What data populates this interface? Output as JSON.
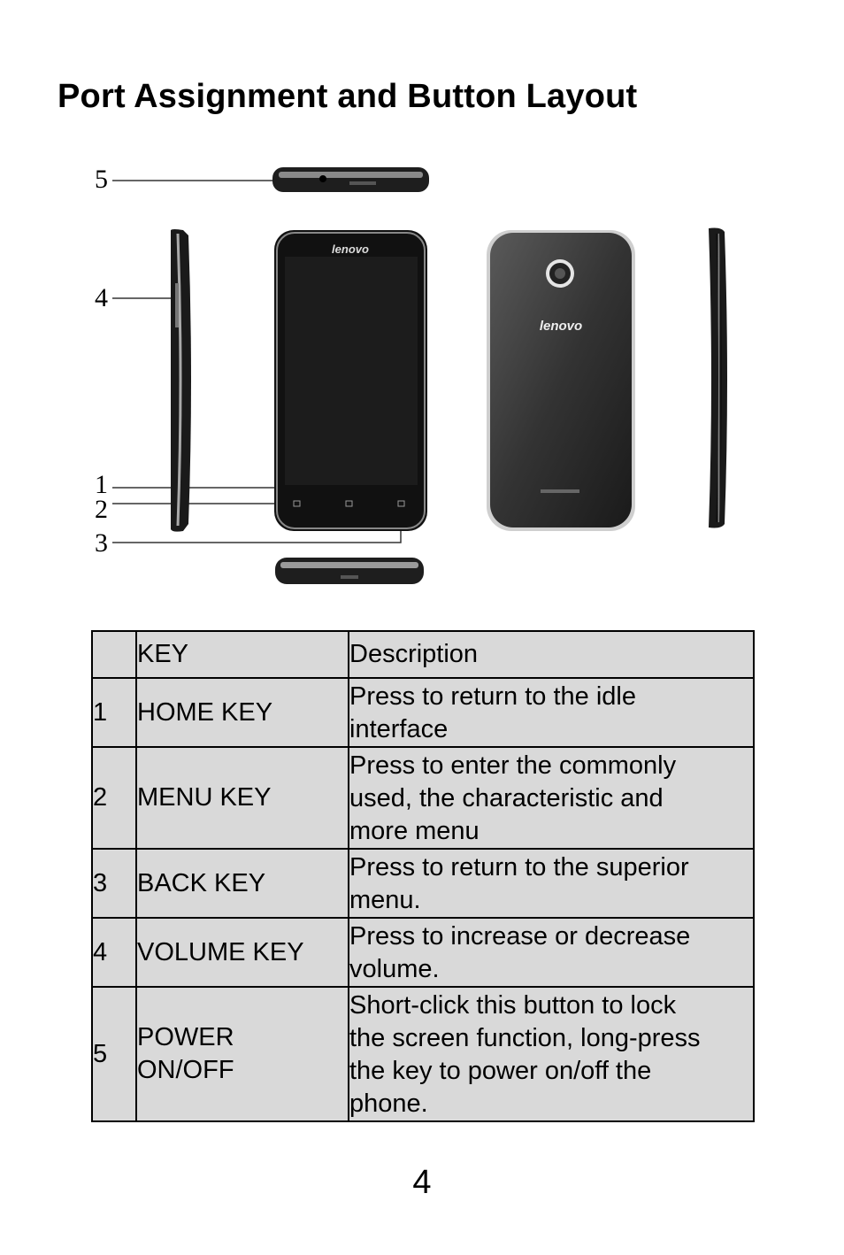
{
  "title": "Port Assignment and Button Layout",
  "figure": {
    "callouts": [
      "5",
      "4",
      "1",
      "2",
      "3"
    ],
    "brand": "lenovo"
  },
  "table": {
    "headers": [
      "",
      "KEY",
      "Description"
    ],
    "rows": [
      {
        "num": "1",
        "key": "HOME KEY",
        "desc": [
          "Press to return to the idle",
          "interface"
        ]
      },
      {
        "num": "2",
        "key": "MENU KEY",
        "desc": [
          "Press to enter the commonly",
          "used, the characteristic and",
          "more menu"
        ]
      },
      {
        "num": "3",
        "key": "BACK KEY",
        "desc": [
          "Press to return to the superior",
          "menu."
        ]
      },
      {
        "num": "4",
        "key": "VOLUME KEY",
        "desc": [
          "Press to increase or decrease",
          "volume."
        ]
      },
      {
        "num": "5",
        "key": [
          "POWER",
          "ON/OFF"
        ],
        "desc": [
          "Short-click this button to lock",
          "the screen function, long-press",
          "the key to power on/off the",
          "phone."
        ]
      }
    ]
  },
  "page_number": "4"
}
